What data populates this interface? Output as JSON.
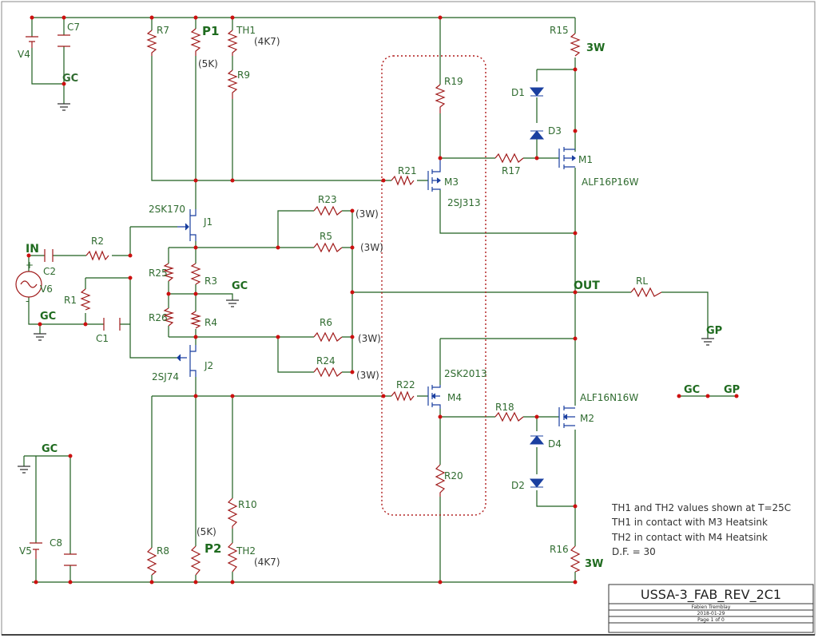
{
  "labels": {
    "C7": "C7",
    "V4": "V4",
    "GC_top": "GC",
    "R7": "R7",
    "P1": "P1",
    "P1_val": "(5K)",
    "TH1": "TH1",
    "TH1_val": "(4K7)",
    "R9": "R9",
    "R15": "R15",
    "R15_w": "3W",
    "R19": "R19",
    "D1": "D1",
    "D3": "D3",
    "M1": "M1",
    "M1_part": "ALF16P16W",
    "R21": "R21",
    "M3": "M3",
    "M3_part": "2SJ313",
    "R17": "R17",
    "J1_part": "2SK170",
    "J1": "J1",
    "R23": "R23",
    "R23_w": "(3W)",
    "R5": "R5",
    "R5_w": "(3W)",
    "IN": "IN",
    "R2": "R2",
    "C2": "C2",
    "V6": "V6",
    "R25": "R25",
    "R3": "R3",
    "GC_mid": "GC",
    "OUT": "OUT",
    "RL": "RL",
    "R1": "R1",
    "GC_left": "GC",
    "C1": "C1",
    "R26": "R26",
    "R4": "R4",
    "GP": "GP",
    "R6": "R6",
    "R6_w": "(3W)",
    "J2": "J2",
    "J2_part": "2SJ74",
    "R24": "R24",
    "R24_w": "(3W)",
    "M4_part": "2SK2013",
    "R22": "R22",
    "M4": "M4",
    "M2_part": "ALF16N16W",
    "R18": "R18",
    "M2": "M2",
    "GC_leg": "GC",
    "GP_leg": "GP",
    "D4": "D4",
    "GC_bot": "GC",
    "D2": "D2",
    "R20": "R20",
    "R10": "R10",
    "C8": "C8",
    "V5": "V5",
    "P2_val": "(5K)",
    "P2": "P2",
    "TH2": "TH2",
    "TH2_val": "(4K7)",
    "R8": "R8",
    "R16": "R16",
    "R16_w": "3W"
  },
  "notes": [
    "TH1 and TH2 values shown at T=25C",
    "TH1 in contact with M3 Heatsink",
    "TH2 in contact with M4 Heatsink",
    "D.F. = 30"
  ],
  "title_block": {
    "title": "USSA-3_FAB_REV_2C1",
    "author": "Fabien Tremblay",
    "date": "2018-01-29",
    "page": "Page 1 of 0"
  }
}
